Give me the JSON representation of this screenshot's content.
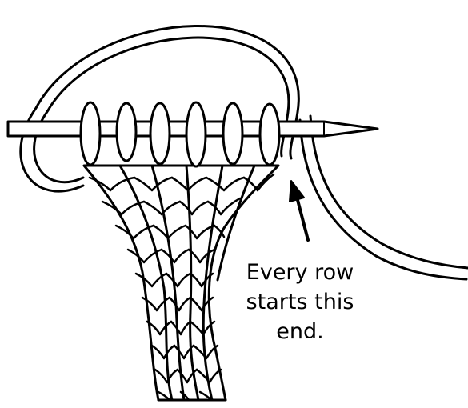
{
  "annotation": {
    "lines": [
      "Every row",
      "starts this",
      "end."
    ]
  },
  "colors": {
    "ink": "#000000",
    "paper": "#ffffff"
  }
}
